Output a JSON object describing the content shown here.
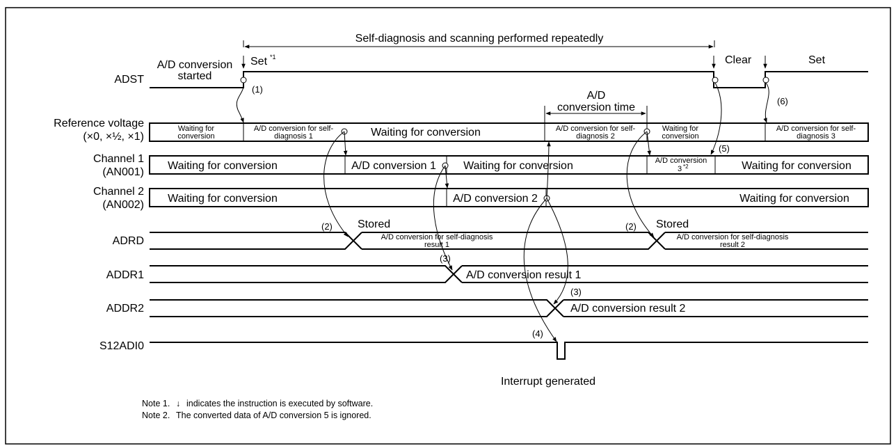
{
  "header": {
    "repeat_label": "Self-diagnosis and scanning performed repeatedly",
    "adc_time_line1": "A/D",
    "adc_time_line2": "conversion time"
  },
  "signals": {
    "adst": "ADST",
    "ref_line1": "Reference voltage",
    "ref_line2": "(×0, ×½, ×1)",
    "ch1_line1": "Channel 1",
    "ch1_line2": "(AN001)",
    "ch2_line1": "Channel 2",
    "ch2_line2": "(AN002)",
    "adrd": "ADRD",
    "addr1": "ADDR1",
    "addr2": "ADDR2",
    "s12adi0": "S12ADI0"
  },
  "adst_labels": {
    "started_line1": "A/D conversion",
    "started_line2": "started",
    "set1": "Set",
    "set1_sup": "*1",
    "clear": "Clear",
    "set2": "Set"
  },
  "markers": {
    "m1": "(1)",
    "m2a": "(2)",
    "m2b": "(2)",
    "m3a": "(3)",
    "m3b": "(3)",
    "m4": "(4)",
    "m5": "(5)",
    "m6": "(6)"
  },
  "ref_cells": {
    "wait1_line1": "Waiting for",
    "wait1_line2": "conversion",
    "diag1_line1": "A/D conversion for self-",
    "diag1_line2": "diagnosis 1",
    "wait2": "Waiting for conversion",
    "diag2_line1": "A/D conversion for self-",
    "diag2_line2": "diagnosis 2",
    "wait3_line1": "Waiting for",
    "wait3_line2": "conversion",
    "diag3_line1": "A/D conversion for self-",
    "diag3_line2": "diagnosis 3"
  },
  "ch1_cells": {
    "wait1": "Waiting for conversion",
    "conv1": "A/D conversion 1",
    "wait2": "Waiting for conversion",
    "conv3_line1": "A/D conversion",
    "conv3_line2": "3",
    "conv3_sup": "*2",
    "wait3": "Waiting for conversion"
  },
  "ch2_cells": {
    "wait1": "Waiting for conversion",
    "conv2": "A/D conversion 2",
    "wait2": "Waiting for conversion"
  },
  "adrd": {
    "stored1": "Stored",
    "result1_line1": "A/D conversion for self-diagnosis",
    "result1_line2": "result 1",
    "stored2": "Stored",
    "result2_line1": "A/D conversion for self-diagnosis",
    "result2_line2": "result 2"
  },
  "addr1": {
    "result": "A/D conversion result 1"
  },
  "addr2": {
    "result": "A/D conversion result 2"
  },
  "s12adi0": {
    "interrupt": "Interrupt generated"
  },
  "notes": {
    "note1_label": "Note 1.",
    "note1_arrow": "↓",
    "note1_text": "indicates the instruction is executed by software.",
    "note2_label": "Note 2.",
    "note2_text": "The converted data of A/D conversion 5 is ignored."
  }
}
